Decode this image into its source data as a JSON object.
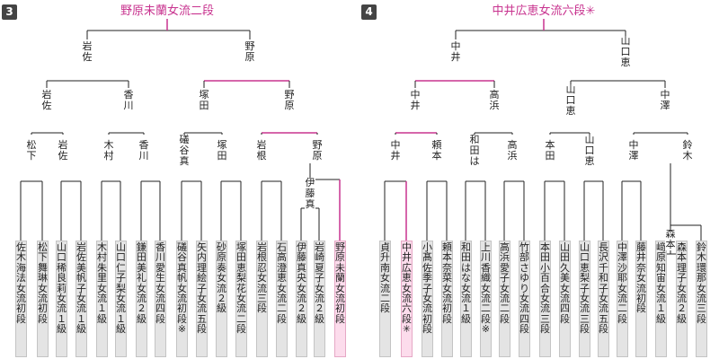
{
  "brackets": [
    {
      "number": "3",
      "title": "野原未蘭女流二段",
      "players": [
        "佐々木海法女流初段",
        "松下舞琳女流初段",
        "山口稀良莉女流１級",
        "岩佐美帆子女流１級",
        "木村朱里女流１級",
        "山口仁子梨女流１級",
        "鎌田美礼女流２級",
        "香川愛生女流四段",
        "礒谷真帆女流初段※",
        "矢内理絵子女流五段",
        "砂原奏女流２級",
        "塚田恵梨花女流二段",
        "岩根忍女流三段",
        "石高澄恵女流二段",
        "伊藤真央女流２級",
        "岩崎夏子女流２級",
        "野原未蘭女流初段"
      ],
      "labels": {
        "final": [
          "岩佐",
          "野原"
        ],
        "semi": [
          "岩佐",
          "香川",
          "塚田",
          "野原"
        ],
        "quarter": [
          "松下",
          "岩佐",
          "木村",
          "香川",
          "礒谷真",
          "塚田",
          "岩根",
          "野原"
        ],
        "extra": "伊藤真"
      }
    },
    {
      "number": "4",
      "title": "中井広恵女流六段✳",
      "players": [
        "貞升南女流二段",
        "中井広恵女流六段✳",
        "小髙佐季子女流初段",
        "頼本奈菜女流初段",
        "和田はな女流１級",
        "上川香織女流二段※",
        "高浜愛子女流二段",
        "竹部さゆり女流四段",
        "本田小百合女流三段",
        "山田久美女流四段",
        "山口恵梨子女流三段",
        "長沢千和子女流五段",
        "中澤沙耶女流二段",
        "藤井奈々女流初段",
        "﨑原知宙女流１級",
        "森本理子女流２級",
        "鈴木環那女流三段"
      ],
      "labels": {
        "final": [
          "中井",
          "山口恵"
        ],
        "semi": [
          "中井",
          "高浜",
          "山口恵",
          "中澤"
        ],
        "quarter": [
          "中井",
          "頼本",
          "和田は",
          "高浜",
          "本田",
          "山口恵",
          "中澤",
          "鈴木"
        ],
        "extra": "森本"
      }
    }
  ],
  "colors": {
    "accent": "#c8338f",
    "winner_bg": "#fcdcec",
    "slot_bg": "#e4e4e4",
    "line": "#222222"
  }
}
